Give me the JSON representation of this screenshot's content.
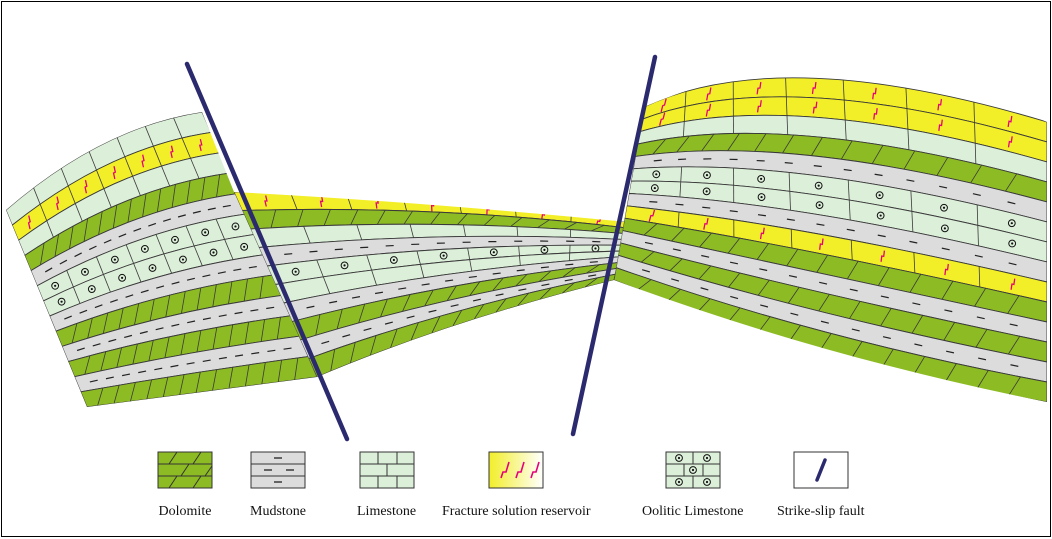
{
  "legend": {
    "dolomite": "Dolomite",
    "mudstone": "Mudstone",
    "limestone": "Limestone",
    "fracture_reservoir": "Fracture solution reservoir",
    "oolitic_limestone": "Oolitic Limestone",
    "strike_slip_fault": "Strike-slip fault"
  },
  "colors": {
    "dolomite": "#8dbb24",
    "mudstone": "#dcdcdc",
    "limestone": "#dcefd9",
    "reservoir": "#f2ee28",
    "fracture": "#e6007e",
    "fault": "#2b2a6e"
  },
  "icons": {
    "fracture": "fracture-icon",
    "ooid": "ooid-icon",
    "fault": "fault-icon"
  }
}
